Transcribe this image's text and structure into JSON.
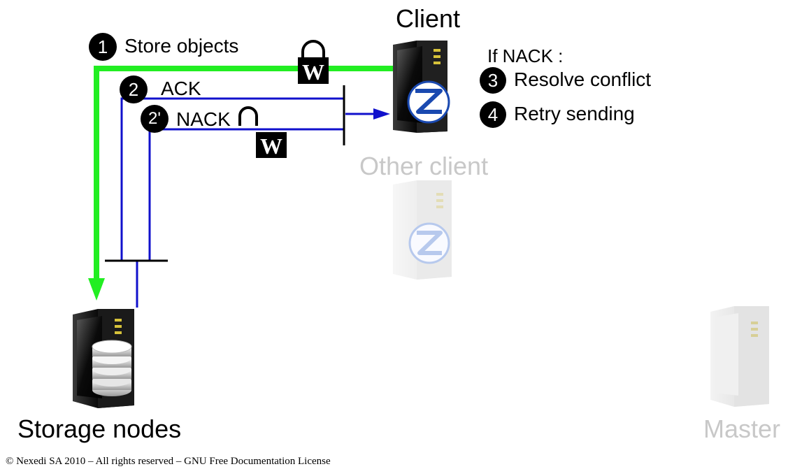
{
  "labels": {
    "client": "Client",
    "other_client": "Other client",
    "storage_nodes": "Storage nodes",
    "master": "Master"
  },
  "steps": [
    {
      "number": "1",
      "text": "Store objects"
    },
    {
      "number": "2",
      "text": "ACK"
    },
    {
      "number": "2'",
      "text": "NACK"
    },
    {
      "number": "3",
      "text": "Resolve conflict"
    },
    {
      "number": "4",
      "text": "Retry sending"
    }
  ],
  "conditional_label": "If NACK :",
  "lock_letter": "W",
  "footer": "© Nexedi SA 2010 – All rights reserved – GNU Free Documentation License",
  "colors": {
    "store_line": "#22ee22",
    "reply_line": "#1010cc",
    "faded_text": "#c8c8c8",
    "server_dark": "#111111",
    "server_light": "#d9d9d9"
  },
  "icons": [
    "server-icon",
    "lock-closed-icon",
    "lock-open-icon",
    "zope-logo-icon",
    "database-icon"
  ]
}
